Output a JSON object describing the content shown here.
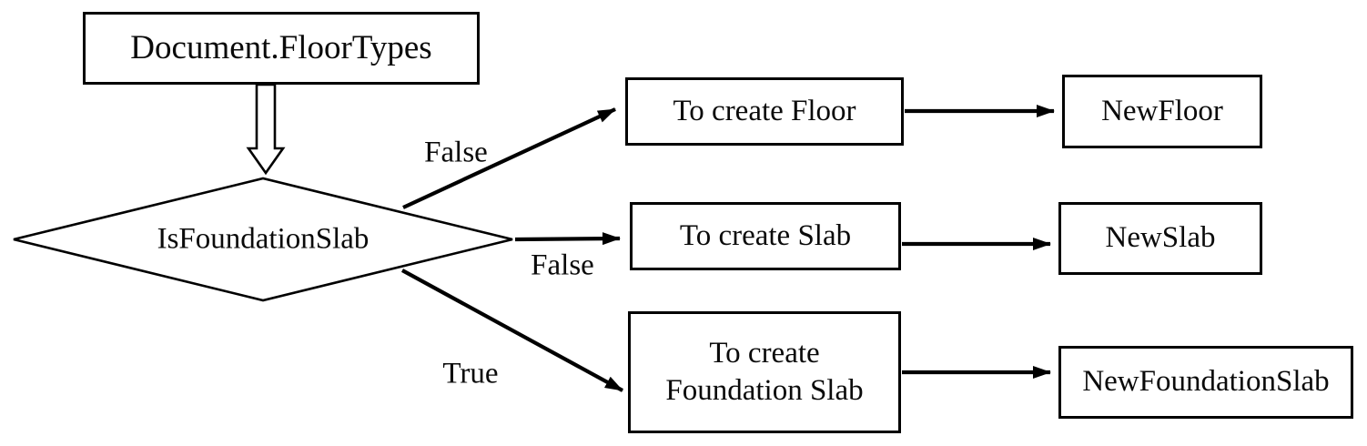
{
  "flowchart": {
    "start_node": {
      "label": "Document.FloorTypes"
    },
    "decision_node": {
      "label": "IsFoundationSlab"
    },
    "branches": [
      {
        "condition": "False",
        "action": "To create Floor",
        "result": "NewFloor"
      },
      {
        "condition": "False",
        "action": "To create Slab",
        "result": "NewSlab"
      },
      {
        "condition": "True",
        "action_line1": "To create",
        "action_line2": "Foundation Slab",
        "result": "NewFoundationSlab"
      }
    ],
    "colors": {
      "line": "#000000",
      "background": "#ffffff",
      "text": "#0a0a0a"
    }
  }
}
